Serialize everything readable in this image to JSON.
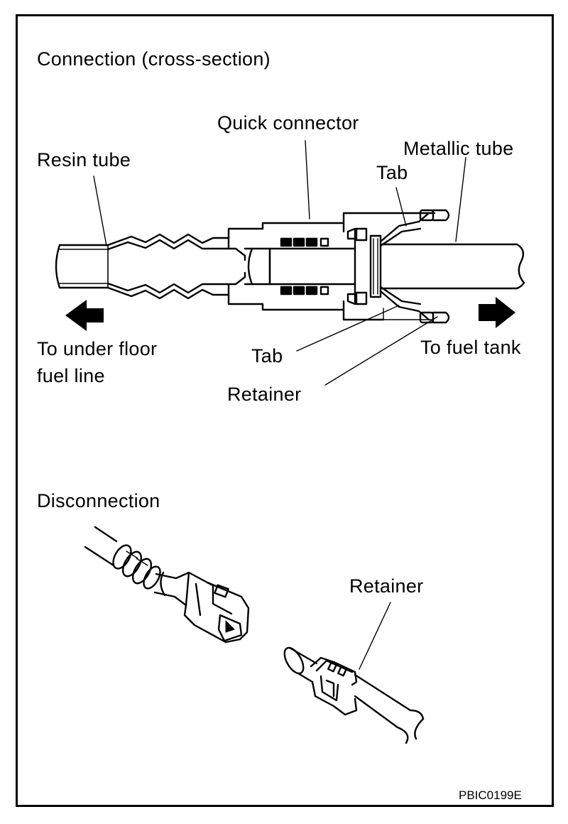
{
  "headings": {
    "connection": "Connection (cross-section)",
    "disconnection": "Disconnection"
  },
  "labels": {
    "quick_connector": "Quick connector",
    "metallic_tube": "Metallic tube",
    "resin_tube": "Resin tube",
    "tab_top": "Tab",
    "tab_bottom": "Tab",
    "to_under_floor_line1": "To under floor",
    "to_under_floor_line2": "fuel line",
    "to_fuel_tank": "To fuel tank",
    "retainer_cross": "Retainer",
    "retainer_disconnect": "Retainer"
  },
  "figure_code": "PBIC0199E"
}
